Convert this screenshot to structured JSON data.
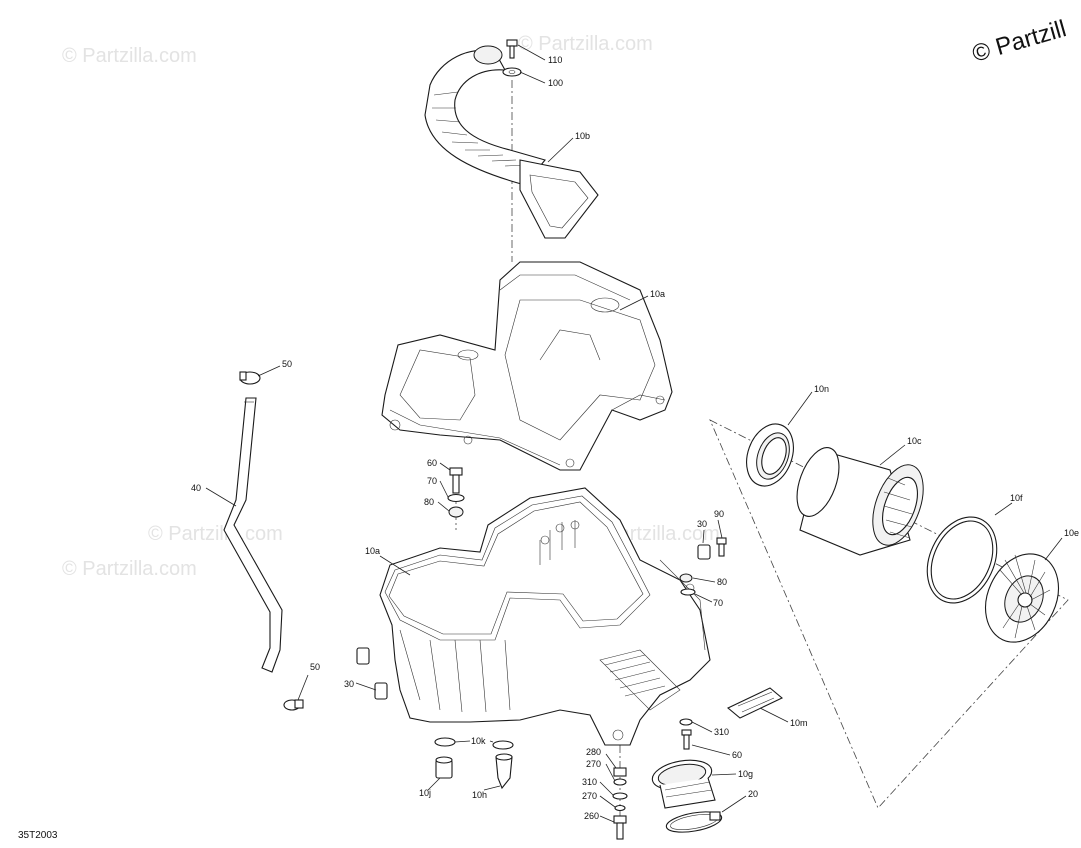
{
  "watermarks": [
    "© Partzilla.com",
    "© Partzilla.com",
    "© Partzilla.com",
    "© Partzilla.com",
    "© Partzilla.com"
  ],
  "copyright": "© Partzill",
  "diagram_code": "35T2003",
  "callouts": {
    "c110": "110",
    "c100": "100",
    "c10b": "10b",
    "c10a_top": "10a",
    "c50_top": "50",
    "c10n": "10n",
    "c10c": "10c",
    "c60_left": "60",
    "c70_left": "70",
    "c80_left": "80",
    "c40": "40",
    "c10f": "10f",
    "c10e": "10e",
    "c30_right": "30",
    "c90": "90",
    "c10a_bottom": "10a",
    "c80_right": "80",
    "c70_right": "70",
    "c50_bottom": "50",
    "c30_left": "30",
    "c10m": "10m",
    "c310_top": "310",
    "c10k": "10k",
    "c60_right": "60",
    "c280": "280",
    "c270_top": "270",
    "c10g": "10g",
    "c310_bottom": "310",
    "c270_bottom": "270",
    "c20": "20",
    "c10j": "10j",
    "c10h": "10h",
    "c260": "260"
  }
}
